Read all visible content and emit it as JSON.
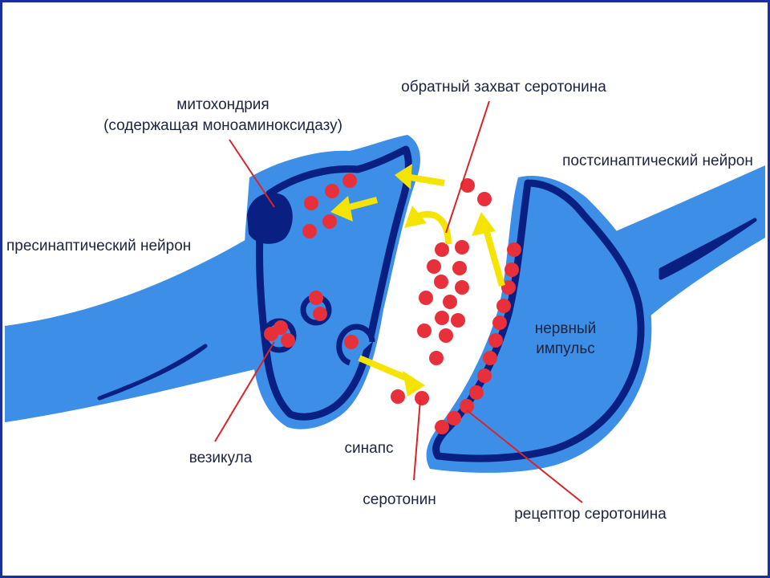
{
  "labels": {
    "mitochondria": "митохондрия",
    "mitochondria_note": "(содержащая моноаминоксидазу)",
    "reuptake": "обратный захват серотонина",
    "postsynaptic": "постсинаптический нейрон",
    "presynaptic": "пресинаптический нейрон",
    "nerve_impulse_1": "нервный",
    "nerve_impulse_2": "импульс",
    "vesicle": "везикула",
    "synapse": "синапс",
    "serotonin": "серотонин",
    "receptor": "рецептор серотонина"
  },
  "colors": {
    "frame": "#1a2fa0",
    "neuron": "#3d8ee6",
    "membrane": "#0a1f82",
    "serotonin": "#e8303a",
    "arrow": "#f5e400",
    "pointer": "#d8242a",
    "text": "#1c2440"
  }
}
